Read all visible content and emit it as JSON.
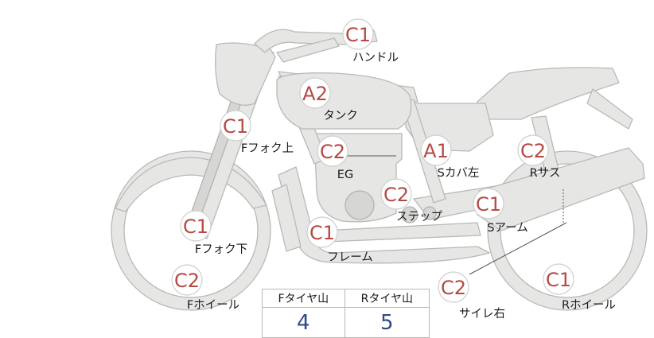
{
  "parts": [
    {
      "id": "handle",
      "grade": "C1",
      "label": "ハンドル"
    },
    {
      "id": "tank",
      "grade": "A2",
      "label": "タンク"
    },
    {
      "id": "f-fork-upper",
      "grade": "C1",
      "label": "Fフォク上"
    },
    {
      "id": "engine",
      "grade": "C2",
      "label": "EG"
    },
    {
      "id": "s-cover-left",
      "grade": "A1",
      "label": "Sカバ左"
    },
    {
      "id": "r-suspension",
      "grade": "C2",
      "label": "Rサス"
    },
    {
      "id": "step",
      "grade": "C2",
      "label": "ステップ"
    },
    {
      "id": "swing-arm",
      "grade": "C1",
      "label": "Sアーム"
    },
    {
      "id": "f-fork-lower",
      "grade": "C1",
      "label": "Fフォク下"
    },
    {
      "id": "frame",
      "grade": "C1",
      "label": "フレーム"
    },
    {
      "id": "f-wheel",
      "grade": "C2",
      "label": "Fホイール"
    },
    {
      "id": "muffler-right",
      "grade": "C2",
      "label": "サイレ右"
    },
    {
      "id": "r-wheel",
      "grade": "C1",
      "label": "Rホイール"
    }
  ],
  "tire_table": {
    "headers": [
      "Fタイヤ山",
      "Rタイヤ山"
    ],
    "values": [
      "4",
      "5"
    ]
  },
  "colors": {
    "grade": "#b54a43",
    "tread_value": "#2e4a82",
    "silhouette_fill": "#e6e6e4",
    "silhouette_stroke": "#b9b9b7"
  }
}
